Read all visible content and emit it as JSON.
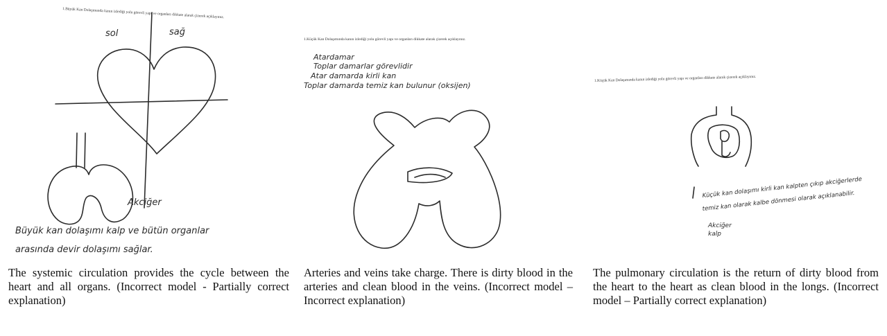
{
  "figures": [
    {
      "header": "1.Büyük Kan Dolaşımında kanın izlediği yolu görevli yapı ve organları dikkate alarak çizerek açıklayınız.",
      "handwriting": {
        "label_left": "sol",
        "label_right": "sağ",
        "organ_label": "Akciğer",
        "explanation_line1": "Büyük kan dolaşımı kalp ve bütün organlar",
        "explanation_line2": "arasında devir dolaşımı sağlar."
      },
      "caption": "The systemic circulation provides the cycle between the heart and all organs. (Incorrect model - Partially correct explanation)"
    },
    {
      "header": "1.Küçük Kan Dolaşımında kanın izlediği yolu görevli yapı ve organları dikkate alarak çizerek açıklayınız.",
      "handwriting": {
        "line1": "Atardamar",
        "line2": "Toplar damarlar görevlidir",
        "line3": "Atar damarda kirli kan",
        "line4": "Toplar damarda temiz kan bulunur (oksijen)"
      },
      "caption": "Arteries and veins take charge. There is dirty blood in the arteries and clean blood in the veins. (Incorrect model – Incorrect explanation)"
    },
    {
      "header": "1.Küçük Kan Dolaşımında kanın izlediği yolu görevli yapı ve organları dikkate alarak çizerek açıklayınız.",
      "handwriting": {
        "explanation_line1": "Küçük kan dolaşımı kirli kan kalpten çıkıp akciğerlerde",
        "explanation_line2": "temiz kan olarak kalbe dönmesi olarak açıklanabilir.",
        "organ1": "Akciğer",
        "organ2": "kalp"
      },
      "caption": "The pulmonary circulation is the return of dirty blood from the heart to the heart as clean blood in the longs. (Incorrect model – Partially correct explanation)"
    }
  ]
}
